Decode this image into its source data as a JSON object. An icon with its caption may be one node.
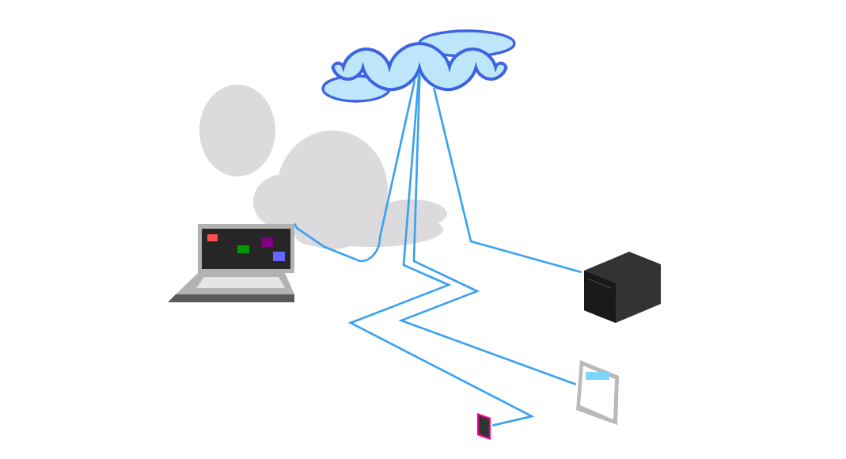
{
  "diagram": {
    "nodes": [
      {
        "text": [],
        "shape": "cloud"
      },
      {
        "text": [],
        "shape": "picture"
      },
      {
        "text": [],
        "shape": "picture"
      },
      {
        "text": [],
        "shape": "picture"
      },
      {
        "text": [],
        "shape": "picture"
      }
    ],
    "edges": [
      {
        "from": 0,
        "to": 1,
        "arrow": "none"
      },
      {
        "from": 0,
        "to": 4,
        "arrow": "none"
      },
      {
        "from": 0,
        "to": 3,
        "arrow": "none"
      },
      {
        "from": 0,
        "to": 2,
        "arrow": "none"
      }
    ]
  }
}
